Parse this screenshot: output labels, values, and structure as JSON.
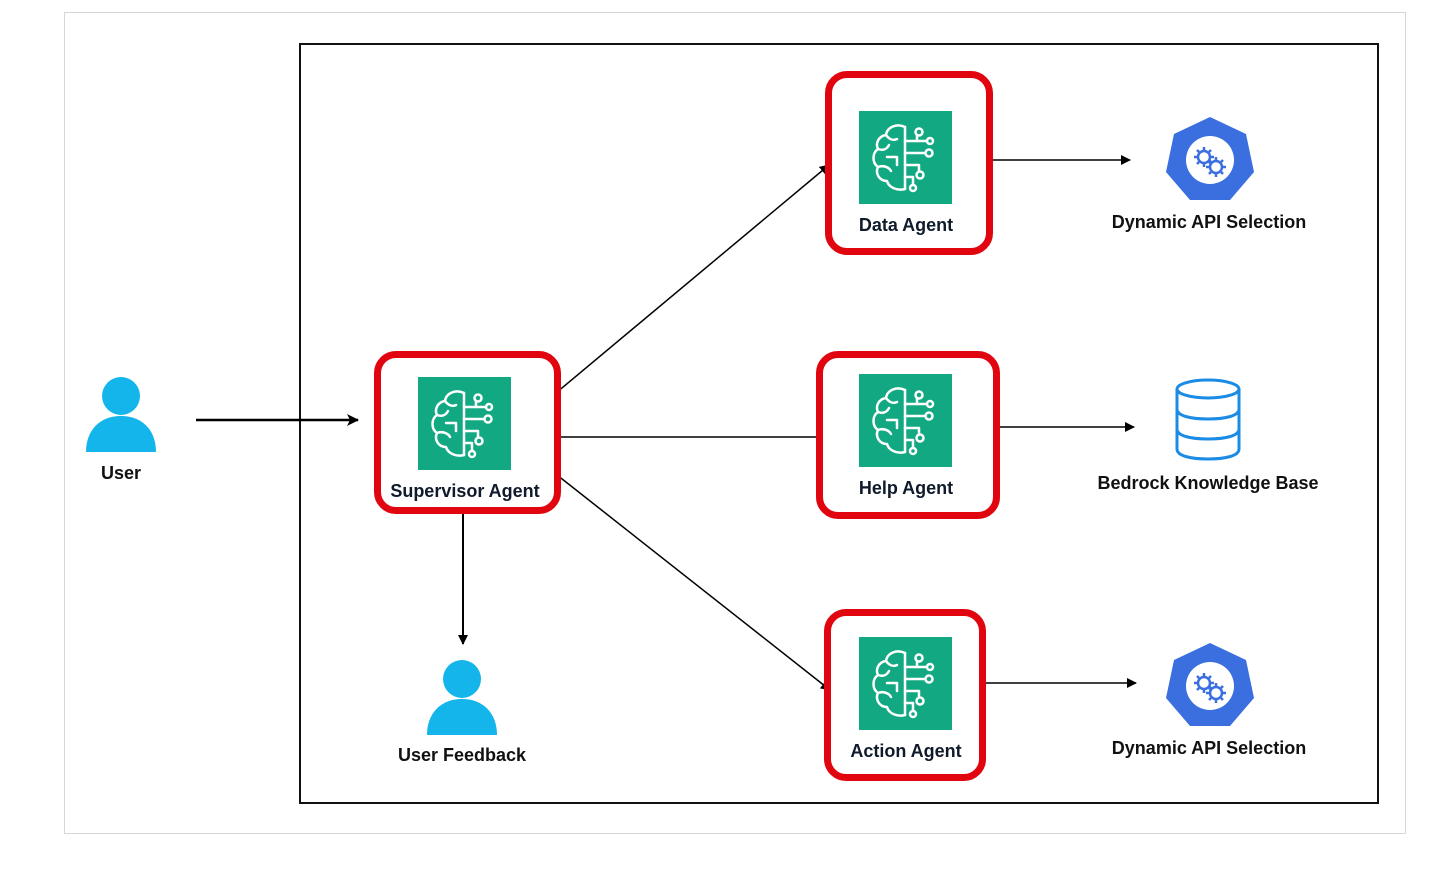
{
  "diagram": {
    "user": {
      "label": "User",
      "icon": "person-icon"
    },
    "user_feedback": {
      "label": "User Feedback",
      "icon": "person-icon"
    },
    "agents": {
      "supervisor": {
        "label": "Supervisor Agent",
        "icon": "brain-circuit-icon"
      },
      "data": {
        "label": "Data Agent",
        "icon": "brain-circuit-icon"
      },
      "help": {
        "label": "Help Agent",
        "icon": "brain-circuit-icon"
      },
      "action": {
        "label": "Action Agent",
        "icon": "brain-circuit-icon"
      }
    },
    "targets": {
      "dynamic_api_top": {
        "label": "Dynamic API Selection",
        "icon": "gear-heptagon-icon"
      },
      "knowledge_base": {
        "label": "Bedrock Knowledge Base",
        "icon": "database-icon"
      },
      "dynamic_api_bottom": {
        "label": "Dynamic API Selection",
        "icon": "gear-heptagon-icon"
      }
    },
    "colors": {
      "agent_border": "#e0050e",
      "agent_icon_bg": "#12a882",
      "person": "#13b5ea",
      "gear_icon": "#3b6fe0",
      "database": "#1a8ce6",
      "frame": "#111111"
    }
  }
}
